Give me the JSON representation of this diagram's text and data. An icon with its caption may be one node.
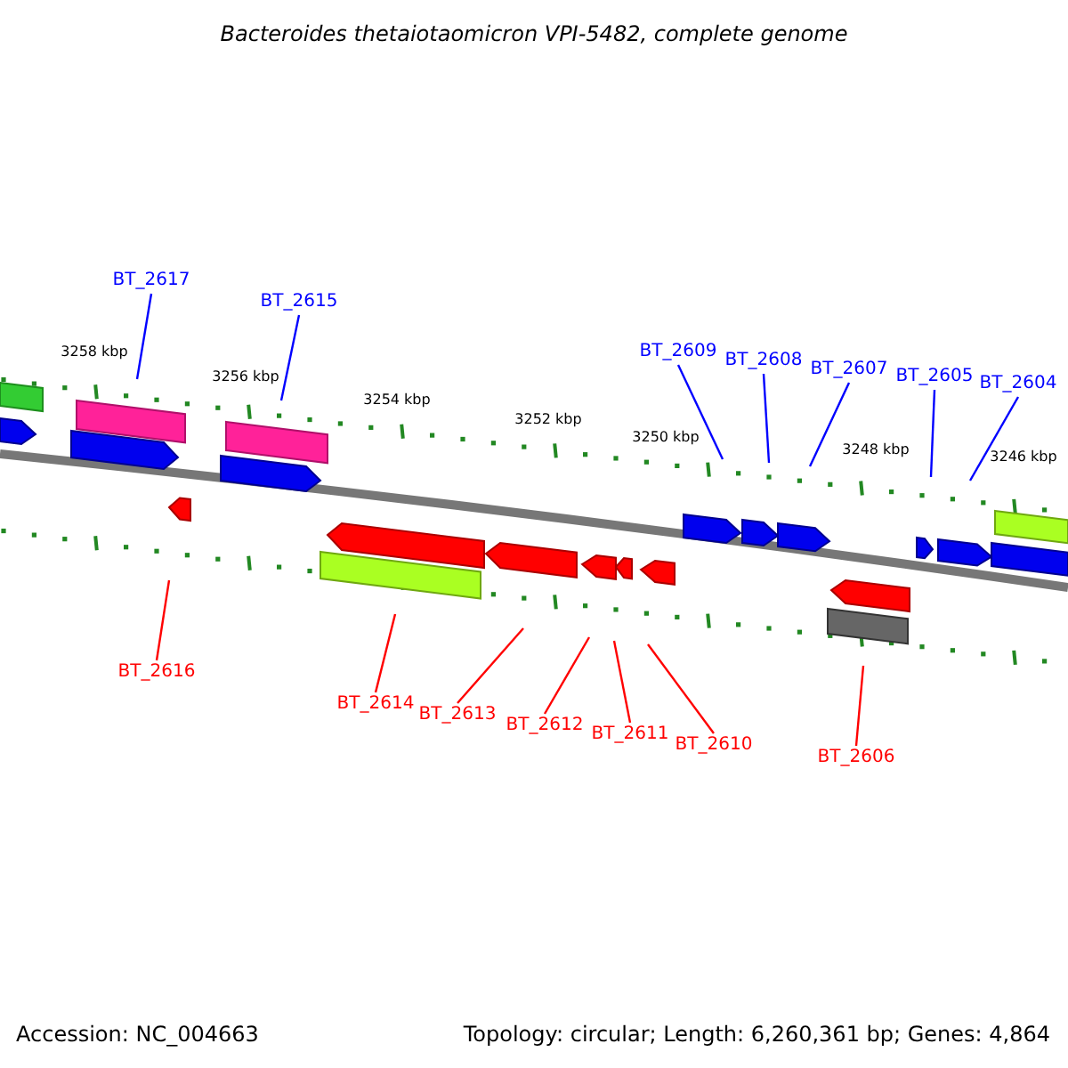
{
  "diagram": {
    "title": "Bacteroides thetaiotaomicron VPI-5482, complete genome",
    "nodes": [
      {
        "text": [
          "BT_2617"
        ]
      },
      {
        "text": [
          "BT_2615"
        ]
      },
      {
        "text": [
          "BT_2609"
        ]
      },
      {
        "text": [
          "BT_2608"
        ]
      },
      {
        "text": [
          "BT_2607"
        ]
      },
      {
        "text": [
          "BT_2605"
        ]
      },
      {
        "text": [
          "BT_2604"
        ]
      },
      {
        "text": [
          "BT_2616"
        ]
      },
      {
        "text": [
          "BT_2614"
        ]
      },
      {
        "text": [
          "BT_2613"
        ]
      },
      {
        "text": [
          "BT_2612"
        ]
      },
      {
        "text": [
          "BT_2611"
        ]
      },
      {
        "text": [
          "BT_2610"
        ]
      },
      {
        "text": [
          "BT_2606"
        ]
      }
    ],
    "edges": [
      {
        "from": 0,
        "to": null,
        "arrow": "none",
        "color": "#0000ff"
      },
      {
        "from": 1,
        "to": null,
        "arrow": "none",
        "color": "#0000ff"
      },
      {
        "from": 2,
        "to": null,
        "arrow": "none",
        "color": "#0000ff"
      },
      {
        "from": 3,
        "to": null,
        "arrow": "none",
        "color": "#0000ff"
      },
      {
        "from": 4,
        "to": null,
        "arrow": "none",
        "color": "#0000ff"
      },
      {
        "from": 5,
        "to": null,
        "arrow": "none",
        "color": "#0000ff"
      },
      {
        "from": 6,
        "to": null,
        "arrow": "none",
        "color": "#0000ff"
      },
      {
        "from": 7,
        "to": null,
        "arrow": "none",
        "color": "#ff0000"
      },
      {
        "from": 8,
        "to": null,
        "arrow": "none",
        "color": "#ff0000"
      },
      {
        "from": 9,
        "to": null,
        "arrow": "none",
        "color": "#ff0000"
      },
      {
        "from": 10,
        "to": null,
        "arrow": "none",
        "color": "#ff0000"
      },
      {
        "from": 11,
        "to": null,
        "arrow": "none",
        "color": "#ff0000"
      },
      {
        "from": 12,
        "to": null,
        "arrow": "none",
        "color": "#ff0000"
      },
      {
        "from": 13,
        "to": null,
        "arrow": "none",
        "color": "#ff0000"
      }
    ],
    "labels": [
      "3258 kbp",
      "3256 kbp",
      "3254 kbp",
      "3252 kbp",
      "3250 kbp",
      "3248 kbp",
      "3246 kbp",
      "Accession: NC_004663",
      "Topology: circular; Length: 6,260,361 bp; Genes: 4,864"
    ]
  }
}
